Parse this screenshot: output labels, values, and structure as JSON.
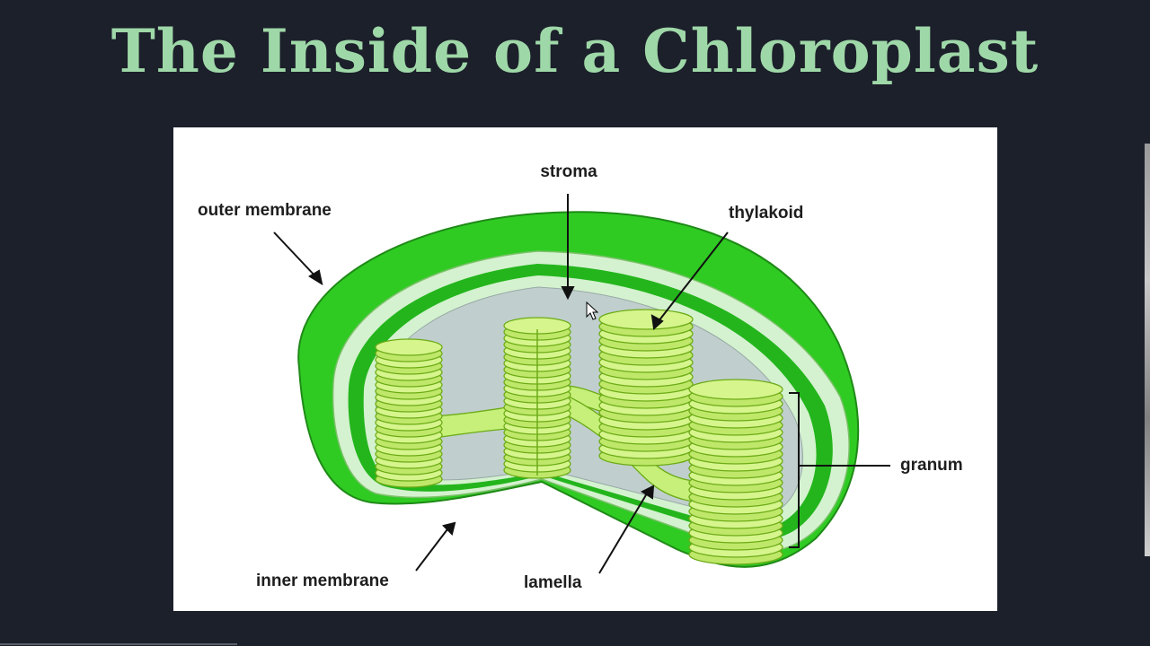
{
  "title": "The Inside of a Chloroplast",
  "labels": {
    "stroma": "stroma",
    "outer_membrane": "outer membrane",
    "thylakoid": "thylakoid",
    "granum": "granum",
    "inner_membrane": "inner membrane",
    "lamella": "lamella"
  },
  "colors": {
    "background": "#1c202b",
    "title": "#9fd8a8",
    "outer_membrane": "#2fcb23",
    "inner_space": "#d4f2cf",
    "stroma": "#c0cfcd",
    "thylakoid": "#c6f07a",
    "thylakoid_outline": "#6cab16"
  }
}
